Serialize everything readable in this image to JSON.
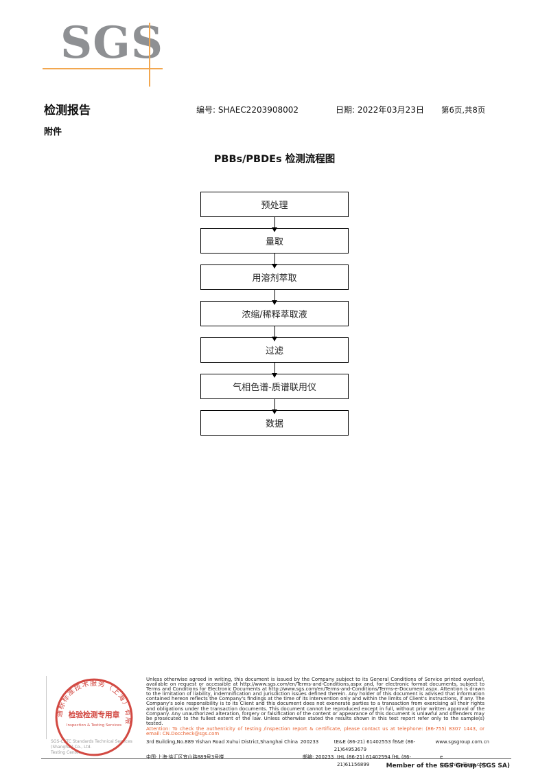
{
  "logo": {
    "text": "SGS"
  },
  "header": {
    "title": "检测报告",
    "no_label": "编号:",
    "no": "SHAEC2203908002",
    "date_label": "日期:",
    "date": "2022年03月23日",
    "page_info": "第6页,共8页",
    "attachment": "附件"
  },
  "flowchart": {
    "title": "PBBs/PBDEs 检测流程图",
    "steps": [
      "预处理",
      "量取",
      "用溶剂萃取",
      "浓缩/稀释萃取液",
      "过滤",
      "气相色谱-质谱联用仪",
      "数据"
    ]
  },
  "stamp": {
    "ring_text": "通标标准技术服务（上海）有限公司",
    "center_line1": "检验检测专用章",
    "center_line2": "Inspection & Testing Services",
    "company_line1": "SGS-CSTC Standards Technical Services (Shanghai) Co., Ltd.",
    "company_line2": "Testing Center"
  },
  "footer": {
    "legal": "Unless otherwise agreed in writing, this document is issued by the Company subject to its General Conditions of Service printed overleaf, available on request or accessible at http://www.sgs.com/en/Terms-and-Conditions.aspx and, for electronic format documents, subject to Terms and Conditions for Electronic Documents at http://www.sgs.com/en/Terms-and-Conditions/Terms-e-Document.aspx. Attention is drawn to the limitation of liability, indemnification and jurisdiction issues defined therein. Any holder of this document is advised that information contained hereon reflects the Company's findings at the time of its intervention only and within the limits of Client's instructions, if any. The Company's sole responsibility is to its Client and this document does not exonerate parties to a transaction from exercising all their rights and obligations under the transaction documents. This document cannot be reproduced except in full, without prior written approval of the Company. Any unauthorized alteration, forgery or falsification of the content or appearance of this document is unlawful and offenders may be prosecuted to the fullest extent of the law. Unless otherwise stated the results shown in this test report refer only to the sample(s) tested.",
    "attention": "Attention: To check the authenticity of testing /inspection report & certificate, please contact us at telephone: (86-755) 8307 1443, or email: CN.Doccheck@sgs.com",
    "address_en": "3rd Building,No.889 Yishan Road Xuhui District,Shanghai China",
    "postal_en": "200233",
    "phone_en": "tE&E (86-21) 61402553  fE&E (86-21)64953679",
    "web": "www.sgsgroup.com.cn",
    "address_cn": "中国·上海·徐汇区宜山路889号3号楼",
    "postal_cn": "邮编: 200233",
    "phone_cn": "tHL (86-21) 61402594  fHL (86-21)61156899",
    "email": "e  sgs.china@sgs.com",
    "member": "Member of the SGS Group (SGS SA)"
  }
}
